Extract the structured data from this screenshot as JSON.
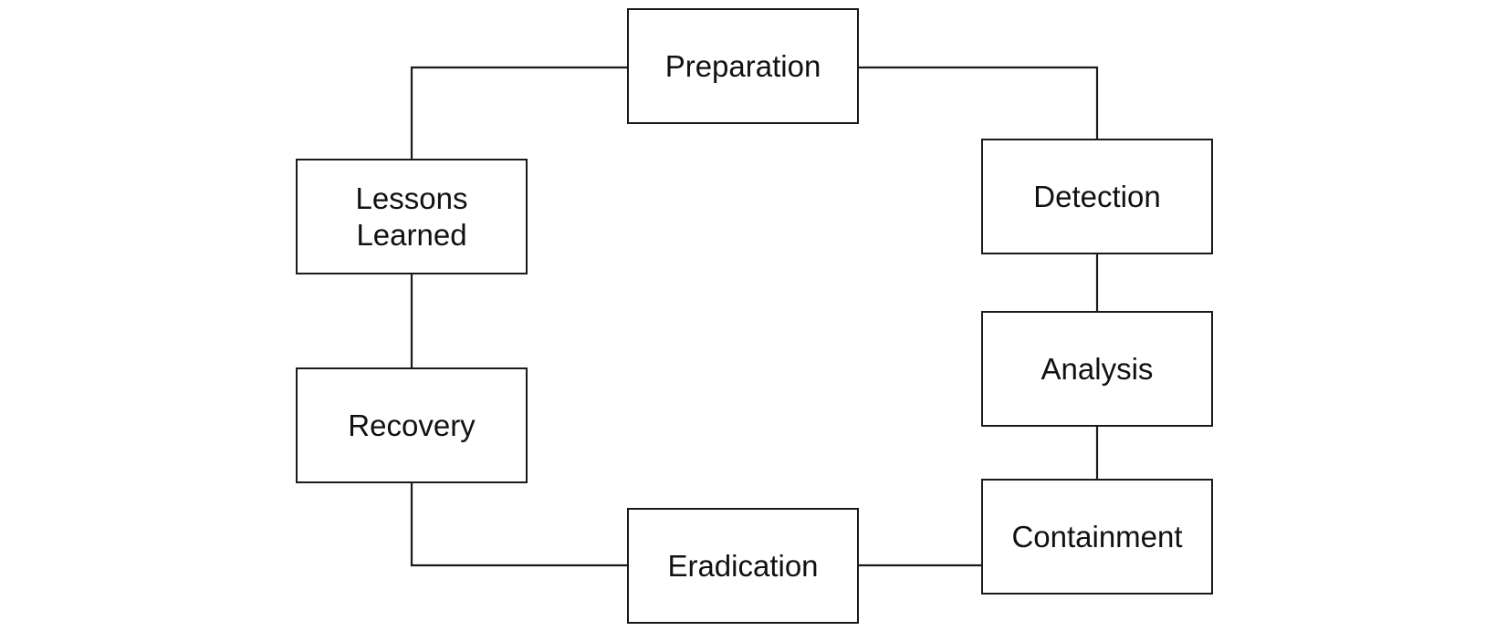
{
  "diagram": {
    "nodes": {
      "preparation": "Preparation",
      "detection": "Detection",
      "analysis": "Analysis",
      "containment": "Containment",
      "eradication": "Eradication",
      "recovery": "Recovery",
      "lessons_learned": "Lessons Learned"
    },
    "edges": [
      [
        "preparation",
        "detection"
      ],
      [
        "detection",
        "analysis"
      ],
      [
        "analysis",
        "containment"
      ],
      [
        "containment",
        "eradication"
      ],
      [
        "eradication",
        "recovery"
      ],
      [
        "recovery",
        "lessons_learned"
      ],
      [
        "lessons_learned",
        "preparation"
      ]
    ],
    "colors": {
      "line": "#1a1a1a",
      "text": "#111111",
      "background": "#ffffff"
    }
  }
}
